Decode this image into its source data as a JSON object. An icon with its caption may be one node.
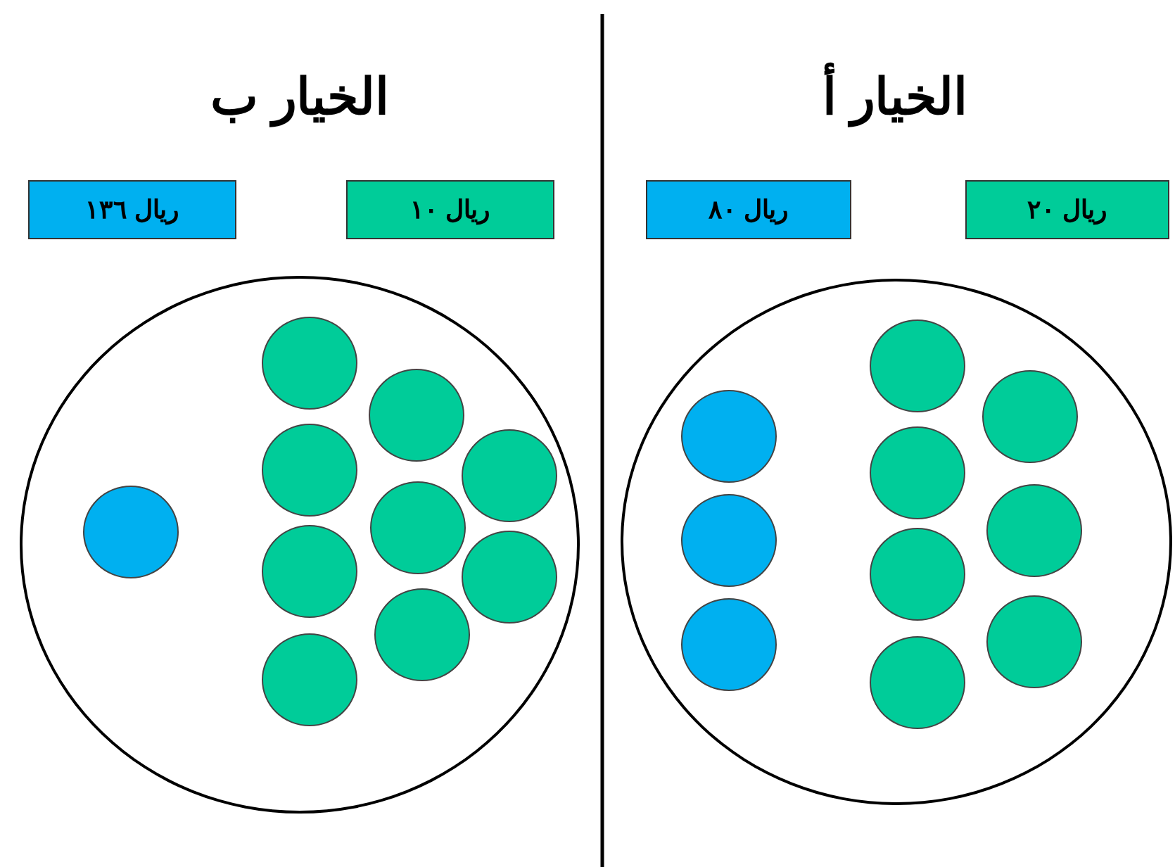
{
  "diagram": {
    "nodes": [
      {
        "text": [
          "ريال ١٣٦"
        ]
      },
      {
        "text": [
          "ريال ١٠"
        ]
      },
      {
        "text": [
          "ريال ٨٠"
        ]
      },
      {
        "text": [
          "ريال ٢٠"
        ]
      },
      {
        "text": [],
        "shape": "ellipse"
      },
      {
        "text": [],
        "shape": "ellipse"
      },
      {
        "text": [],
        "shape": "circle",
        "in": 4
      },
      {
        "text": [],
        "shape": "circle",
        "in": 4
      },
      {
        "text": [],
        "shape": "circle",
        "in": 4
      },
      {
        "text": [],
        "shape": "circle",
        "in": 4
      },
      {
        "text": [],
        "shape": "circle",
        "in": 4
      },
      {
        "text": [],
        "shape": "circle",
        "in": 4
      },
      {
        "text": [],
        "shape": "circle",
        "in": 4
      },
      {
        "text": [],
        "shape": "circle",
        "in": 4
      },
      {
        "text": [],
        "shape": "circle",
        "in": 4
      },
      {
        "text": [],
        "shape": "circle",
        "in": 4
      },
      {
        "text": [],
        "shape": "circle",
        "in": 5
      },
      {
        "text": [],
        "shape": "circle",
        "in": 5
      },
      {
        "text": [],
        "shape": "circle",
        "in": 5
      },
      {
        "text": [],
        "shape": "circle",
        "in": 5
      },
      {
        "text": [],
        "shape": "circle",
        "in": 5
      },
      {
        "text": [],
        "shape": "circle",
        "in": 5
      },
      {
        "text": [],
        "shape": "circle",
        "in": 5
      },
      {
        "text": [],
        "shape": "circle",
        "in": 5
      },
      {
        "text": [],
        "shape": "circle",
        "in": 5
      },
      {
        "text": [],
        "shape": "circle",
        "in": 5
      }
    ],
    "labels": [
      "الخيار ب",
      "الخيار أ"
    ]
  }
}
